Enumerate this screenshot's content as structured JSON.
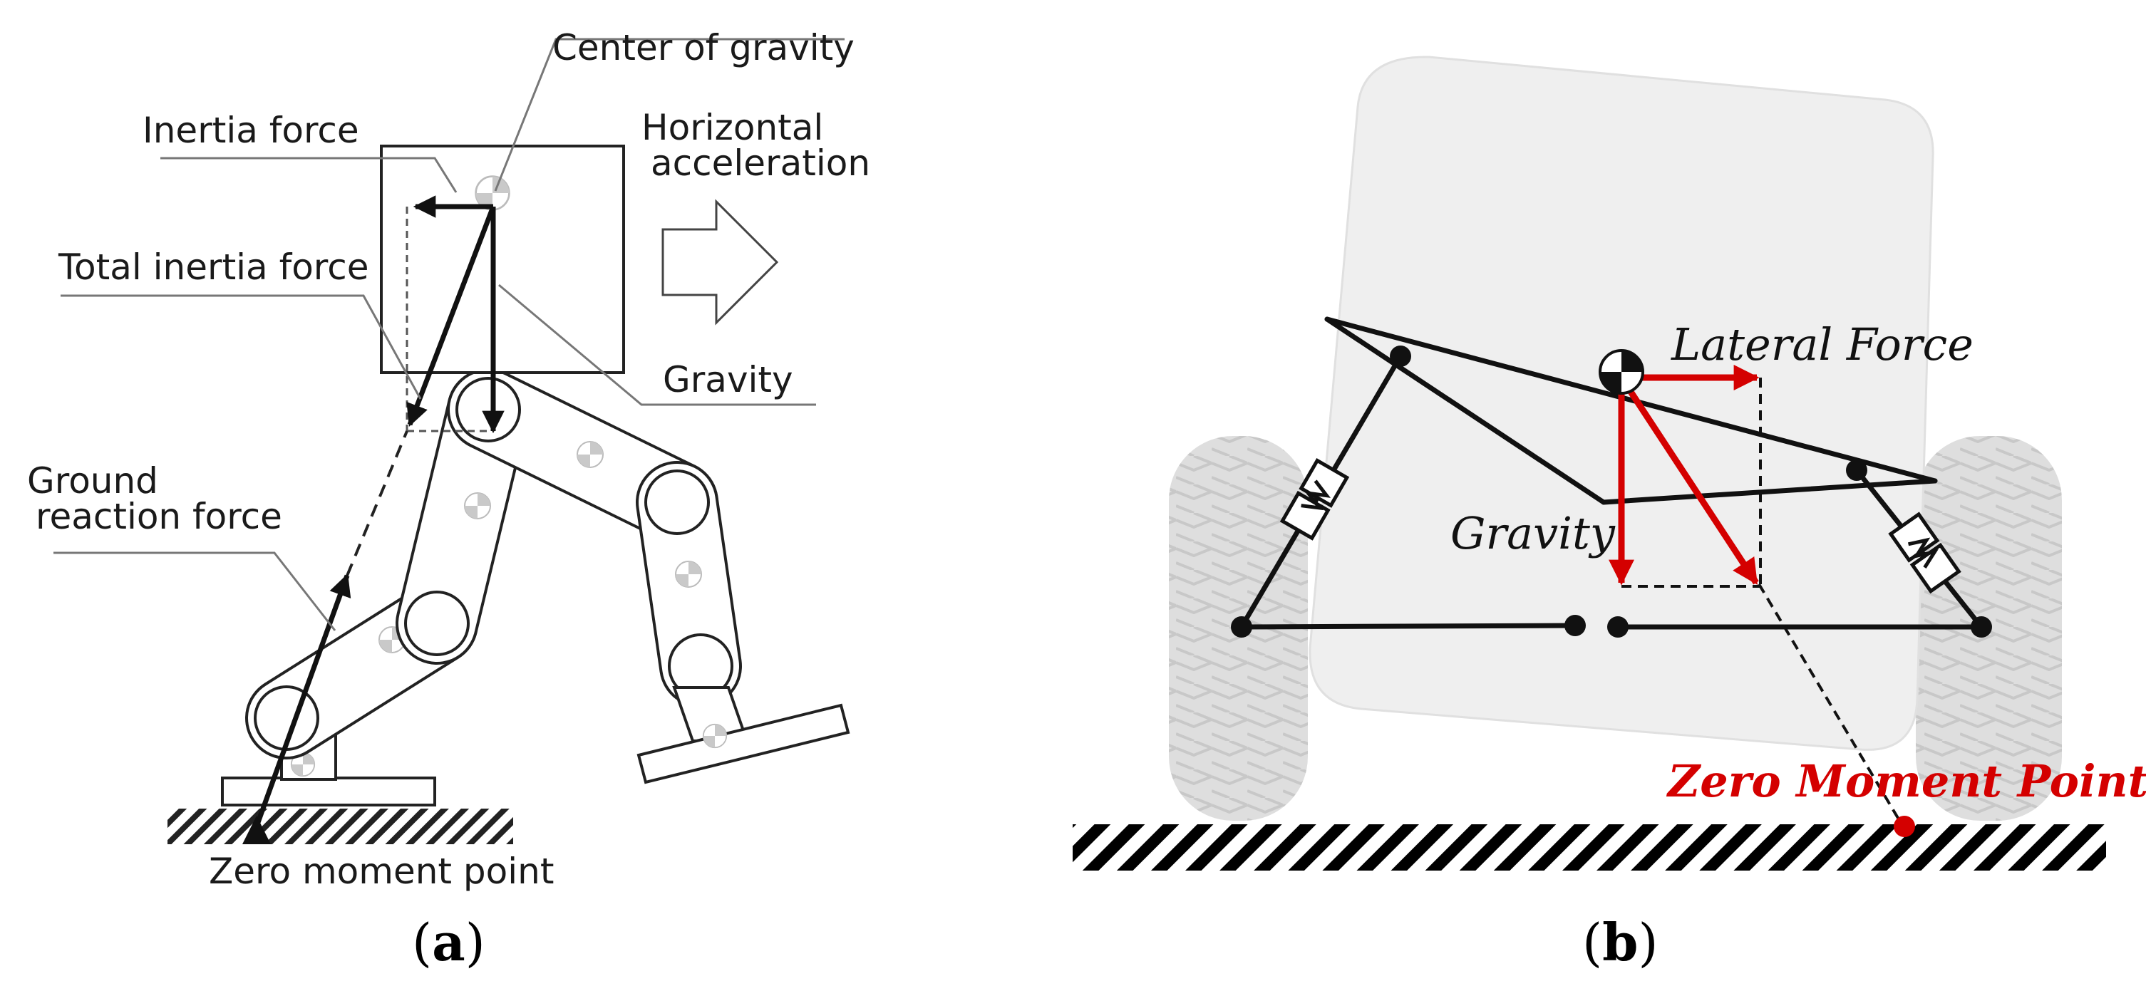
{
  "panel_a": {
    "center_of_gravity": "Center of gravity",
    "inertia_force": "Inertia force",
    "horizontal_acceleration_line1": "Horizontal",
    "horizontal_acceleration_line2": "acceleration",
    "total_inertia_force": "Total inertia force",
    "gravity": "Gravity",
    "ground_reaction_force_line1": "Ground",
    "ground_reaction_force_line2": "reaction force",
    "zero_moment_point": "Zero moment point",
    "caption_open": "(",
    "caption_letter": "a",
    "caption_close": ")"
  },
  "panel_b": {
    "lateral_force": "Lateral Force",
    "gravity": "Gravity",
    "zero_moment_point": "Zero Moment Point",
    "caption_open": "(",
    "caption_letter": "b",
    "caption_close": ")"
  },
  "colors": {
    "force_red": "#d40000",
    "body_fill": "#efefef",
    "tire_fill": "#dedede"
  }
}
